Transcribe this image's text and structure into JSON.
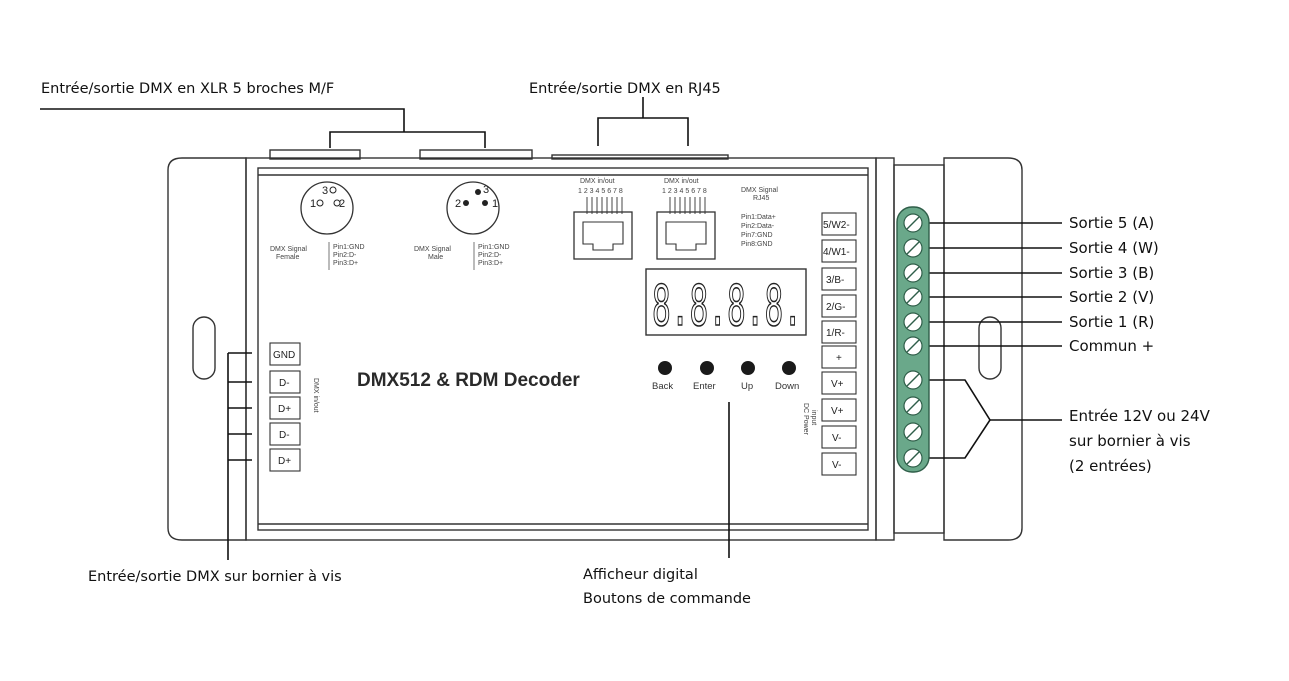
{
  "callouts": {
    "xlr": "Entrée/sortie DMX en XLR 5 broches M/F",
    "rj45": "Entrée/sortie DMX en RJ45",
    "screw": "Entrée/sortie DMX sur bornier à vis",
    "display_line1": "Afficheur digital",
    "display_line2": "Boutons de commande",
    "out5": "Sortie 5 (A)",
    "out4": "Sortie 4 (W)",
    "out3": "Sortie 3 (B)",
    "out2": "Sortie 2 (V)",
    "out1": "Sortie 1 (R)",
    "common": "Commun +",
    "power_line1": "Entrée 12V ou 24V",
    "power_line2": "sur bornier à vis",
    "power_line3": "(2 entrées)"
  },
  "device": {
    "title": "DMX512 & RDM Decoder",
    "display_digits": "8.8.8.8.",
    "xlr_female": {
      "pins": [
        "1",
        "3",
        "2"
      ],
      "label_line1": "DMX Signal",
      "label_line2": "Female",
      "pin_text": [
        "Pin1:GND",
        "Pin2:D-",
        "Pin3:D+"
      ]
    },
    "xlr_male": {
      "pins": [
        "2",
        "3",
        "1"
      ],
      "label_line1": "DMX Signal",
      "label_line2": "Male",
      "pin_text": [
        "Pin1:GND",
        "Pin2:D-",
        "Pin3:D+"
      ]
    },
    "rj45_left_label": "DMX in/out",
    "rj45_left_pins": "1 2 3 4 5 6 7 8",
    "rj45_right_label": "DMX in/out",
    "rj45_right_pins": "1 2 3 4 5 6 7 8",
    "rj45_info": {
      "line1": "DMX Signal",
      "line2": "RJ45",
      "pins": [
        "Pin1:Data+",
        "Pin2:Data-",
        "Pin7:GND",
        "Pin8:GND"
      ]
    },
    "dmx_terminal_label": "DMX in/out",
    "dmx_terminals": [
      "GND",
      "D-",
      "D+",
      "D-",
      "D+"
    ],
    "output_terminals": [
      "5/W2-",
      "4/W1-",
      "3/B-",
      "2/G-",
      "1/R-",
      "+",
      "V+",
      "V+",
      "V-",
      "V-"
    ],
    "power_label_line1": "DC Power",
    "power_label_line2": "input",
    "buttons": [
      "Back",
      "Enter",
      "Up",
      "Down"
    ]
  }
}
